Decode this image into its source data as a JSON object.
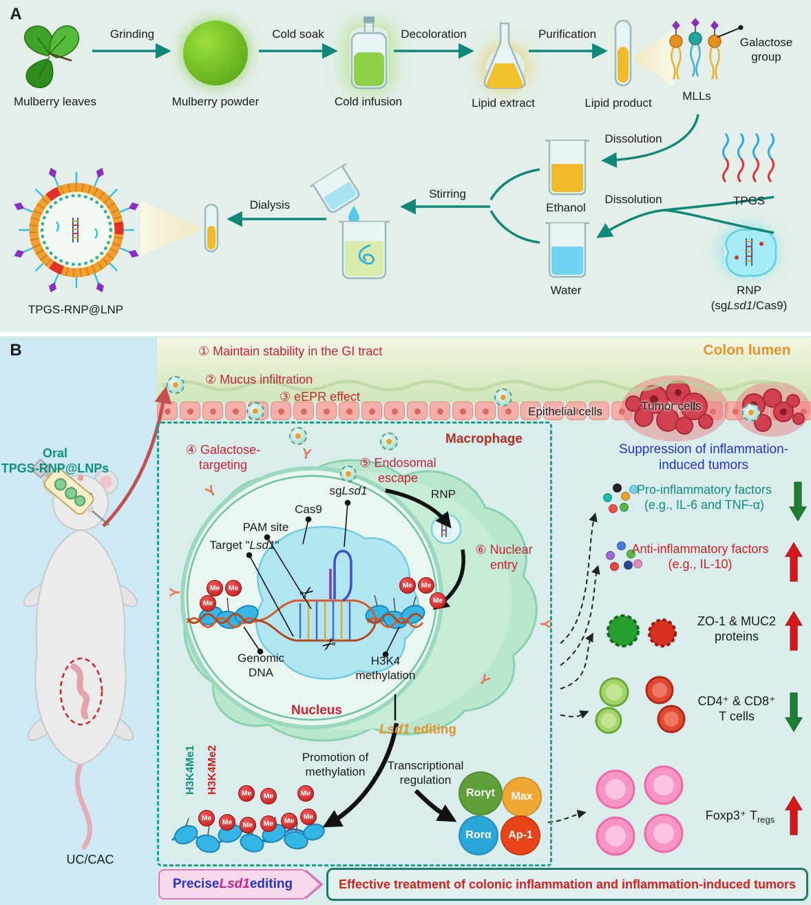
{
  "figure": {
    "panel_a_label": "A",
    "panel_b_label": "B"
  },
  "panel_a": {
    "labels": {
      "mulberry_leaves": "Mulberry leaves",
      "mulberry_powder": "Mulberry powder",
      "cold_infusion": "Cold infusion",
      "lipid_extract": "Lipid extract",
      "lipid_product": "Lipid product",
      "mlls": "MLLs",
      "galactose_group_line1": "Galactose",
      "galactose_group_line2": "group",
      "ethanol": "Ethanol",
      "water": "Water",
      "tpgs": "TPGS",
      "rnp": "RNP",
      "rnp_detail_open": "(sg",
      "rnp_detail_lsd1": "Lsd1",
      "rnp_detail_close": "/Cas9)",
      "product": "TPGS-RNP@LNP"
    },
    "arrows": {
      "grinding": "Grinding",
      "cold_soak": "Cold soak",
      "decoloration": "Decoloration",
      "purification": "Purification",
      "dissolution_mlls": "Dissolution",
      "dissolution_tpgs": "Dissolution",
      "stirring": "Stirring",
      "dialysis": "Dialysis"
    }
  },
  "panel_b": {
    "colon_lumen": "Colon lumen",
    "steps": {
      "s1": "① Maintain stability in the GI tract",
      "s2": "② Mucus infiltration",
      "s3": "③ eEPR effect",
      "s4_line1": "④ Galactose-",
      "s4_line2": "targeting",
      "s5_line1": "⑤ Endosomal",
      "s5_line2": "escape",
      "s6_line1": "⑥ Nuclear",
      "s6_line2": "entry"
    },
    "labels": {
      "epithelial_cells": "Epithelial cells",
      "tumor_cells": "Tumor cells",
      "oral_line1": "Oral",
      "oral_line2": "TPGS-RNP@LNPs",
      "macrophage": "Macrophage",
      "rnp": "RNP",
      "sg_prefix": "sg",
      "lsd1": "Lsd1",
      "cas9": "Cas9",
      "pam_site": "PAM site",
      "target_prefix": "Target \"",
      "target_suffix": "\"",
      "genomic_dna_line1": "Genomic",
      "genomic_dna_line2": "DNA",
      "h3k4_line1": "H3K4",
      "h3k4_line2": "methylation",
      "nucleus": "Nucleus",
      "lsd1_editing_suffix": " editing",
      "h3k4me1": "H3K4Me1",
      "h3k4me2": "H3K4Me2",
      "me": "Me",
      "promotion_line1": "Promotion of",
      "promotion_line2": "methylation",
      "transcriptional_line1": "Transcriptional",
      "transcriptional_line2": "regulation",
      "rorgt": "Rorγt",
      "max": "Max",
      "rora": "Rorα",
      "ap1": "Ap-1",
      "uc_cac": "UC/CAC"
    },
    "outcomes": {
      "suppression_line1": "Suppression of inflammation-",
      "suppression_line2": "induced tumors",
      "pro_line1": "Pro-inflammatory factors",
      "pro_line2": "(e.g., IL-6 and TNF-α)",
      "anti_line1": "Anti-inflammatory factors",
      "anti_line2": "(e.g., IL-10)",
      "zo1_line1": "ZO-1 & MUC2",
      "zo1_line2": "proteins",
      "cd_line1": "CD4⁺ & CD8⁺",
      "cd_line2": "T cells",
      "foxp3_main": "Foxp3⁺ T",
      "foxp3_sub": "regs"
    },
    "banner": {
      "left_prefix": "Precise ",
      "left_lsd1": "Lsd1",
      "left_suffix": " editing",
      "right": "Effective treatment of colonic inflammation and inflammation-induced tumors"
    }
  },
  "icons": {
    "scissors": "✂",
    "receptor": "Y"
  },
  "colors": {
    "teal_arrow": "#0f8878",
    "red_text": "#cc2233",
    "orange_text": "#e8922a",
    "blue_text": "#2233cc",
    "teal_text": "#0e8f80"
  }
}
